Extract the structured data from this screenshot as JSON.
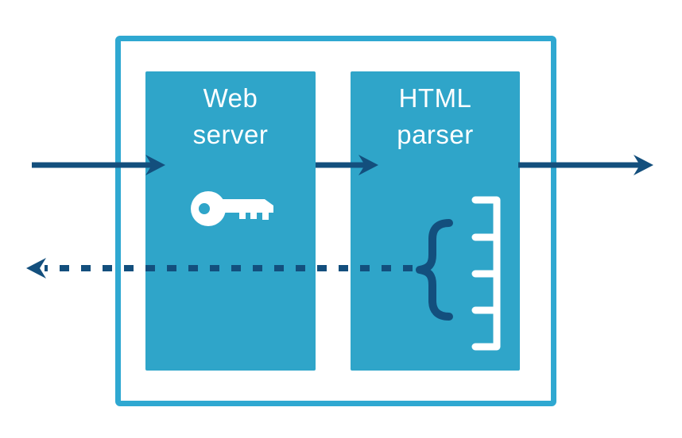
{
  "diagram": {
    "nodes": [
      {
        "id": "web-server",
        "label": "Web\nserver",
        "icon": "key-icon"
      },
      {
        "id": "html-parser",
        "label": "HTML\nparser",
        "icon": "brace-structure-icon"
      }
    ],
    "arrows": [
      {
        "id": "input-arrow",
        "style": "solid",
        "direction": "right"
      },
      {
        "id": "server-to-parser-arrow",
        "style": "solid",
        "direction": "right"
      },
      {
        "id": "output-arrow",
        "style": "solid",
        "direction": "right"
      },
      {
        "id": "return-arrow",
        "style": "dashed",
        "direction": "left"
      }
    ],
    "icons": [
      "key-icon",
      "curly-brace-icon",
      "parsed-structure-icon"
    ],
    "colors": {
      "node_fill": "#2fa5c9",
      "boundary": "#2fa8d1",
      "arrow": "#134f7d",
      "icon": "#ffffff",
      "label_text": "#ffffff"
    }
  }
}
